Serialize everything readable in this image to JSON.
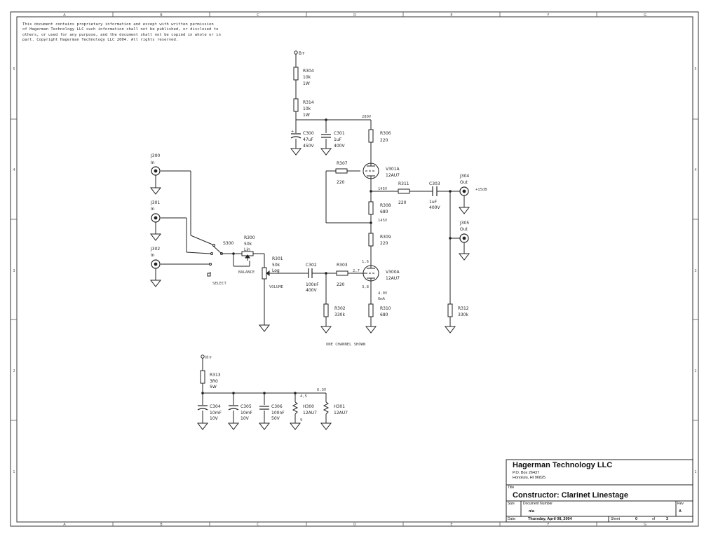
{
  "notice": "This document contains proprietary information and except with written permission\nof Hagerman Technology LLC such information shall not be published, or disclosed to\nothers, or used for any purpose, and the document shall not be copied in whole or in\npart.  Copyright Hagerman Technology LLC 2004.   All rights reserved.",
  "zones": {
    "cols": [
      "A",
      "B",
      "C",
      "D",
      "E",
      "F",
      "G"
    ],
    "rows": [
      "5",
      "4",
      "3",
      "2",
      "1"
    ]
  },
  "components": {
    "bplus": "B+",
    "hplus": "H+",
    "r304": {
      "ref": "R304",
      "v1": "10k",
      "v2": "1W"
    },
    "r314": {
      "ref": "R314",
      "v1": "10k",
      "v2": "1W"
    },
    "c300": {
      "ref": "C300",
      "v1": "47uF",
      "v2": "450V"
    },
    "c301": {
      "ref": "C301",
      "v1": "1uF",
      "v2": "400V"
    },
    "r306": {
      "ref": "R306",
      "v1": "220"
    },
    "r307": {
      "ref": "R307",
      "v1": "220"
    },
    "v301a": {
      "ref": "V301A",
      "v1": "12AU7"
    },
    "r311": {
      "ref": "R311",
      "v1": "220"
    },
    "c303": {
      "ref": "C303",
      "v1": "1uF",
      "v2": "400V"
    },
    "j304": {
      "ref": "J304",
      "v1": "Out"
    },
    "j305": {
      "ref": "J305",
      "v1": "Out"
    },
    "r308": {
      "ref": "R308",
      "v1": "680"
    },
    "r309": {
      "ref": "R309",
      "v1": "220"
    },
    "v300a": {
      "ref": "V300A",
      "v1": "12AU7"
    },
    "r310": {
      "ref": "R310",
      "v1": "680"
    },
    "r312": {
      "ref": "R312",
      "v1": "330k"
    },
    "j300": {
      "ref": "J300",
      "v1": "In"
    },
    "j301": {
      "ref": "J301",
      "v1": "In"
    },
    "j302": {
      "ref": "J302",
      "v1": "In"
    },
    "s300": {
      "ref": "S300"
    },
    "select": "SELECT",
    "r300": {
      "ref": "R300",
      "v1": "50k",
      "v2": "Lin"
    },
    "balance": "BALANCE",
    "r301": {
      "ref": "R301",
      "v1": "50k",
      "v2": "Log"
    },
    "volume": "VOLUME",
    "c302": {
      "ref": "C302",
      "v1": "100nF",
      "v2": "400V"
    },
    "r303": {
      "ref": "R303",
      "v1": "220"
    },
    "r302": {
      "ref": "R302",
      "v1": "330k"
    },
    "r313": {
      "ref": "R313",
      "v1": "3R0",
      "v2": "5W"
    },
    "c304": {
      "ref": "C304",
      "v1": "10mF",
      "v2": "10V"
    },
    "c305": {
      "ref": "C305",
      "v1": "10mF",
      "v2": "10V"
    },
    "c306": {
      "ref": "C306",
      "v1": "100nF",
      "v2": "50V"
    },
    "h300": {
      "ref": "H300",
      "v1": "12AU7"
    },
    "h301": {
      "ref": "H301",
      "v1": "12AU7"
    }
  },
  "voltages": {
    "v280": "280V",
    "v145a": "145V",
    "v145b": "145V",
    "v4": "4.0V",
    "ma6": "6mA",
    "vout": "+15dB",
    "p16": "1,6",
    "p27": "2,7",
    "p38": "3,8",
    "p45": "4,5",
    "p9": "9",
    "v63": "6.3V"
  },
  "caption": "ONE CHANNEL SHOWN",
  "titleblock": {
    "company": "Hagerman Technology LLC",
    "address1": "P.O. Box 26437",
    "address2": "Honolulu, HI 96825",
    "title_label": "Title",
    "title": "Constructor: Clarinet Linestage",
    "size_label": "Size",
    "docnum_label": "Document Number",
    "docnum": "n/a",
    "rev_label": "Rev",
    "rev": "A",
    "date_label": "Date:",
    "date": "Thursday, April 08, 2004",
    "sheet_label": "Sheet",
    "sheet": "0",
    "of_label": "of",
    "sheets": "3"
  }
}
